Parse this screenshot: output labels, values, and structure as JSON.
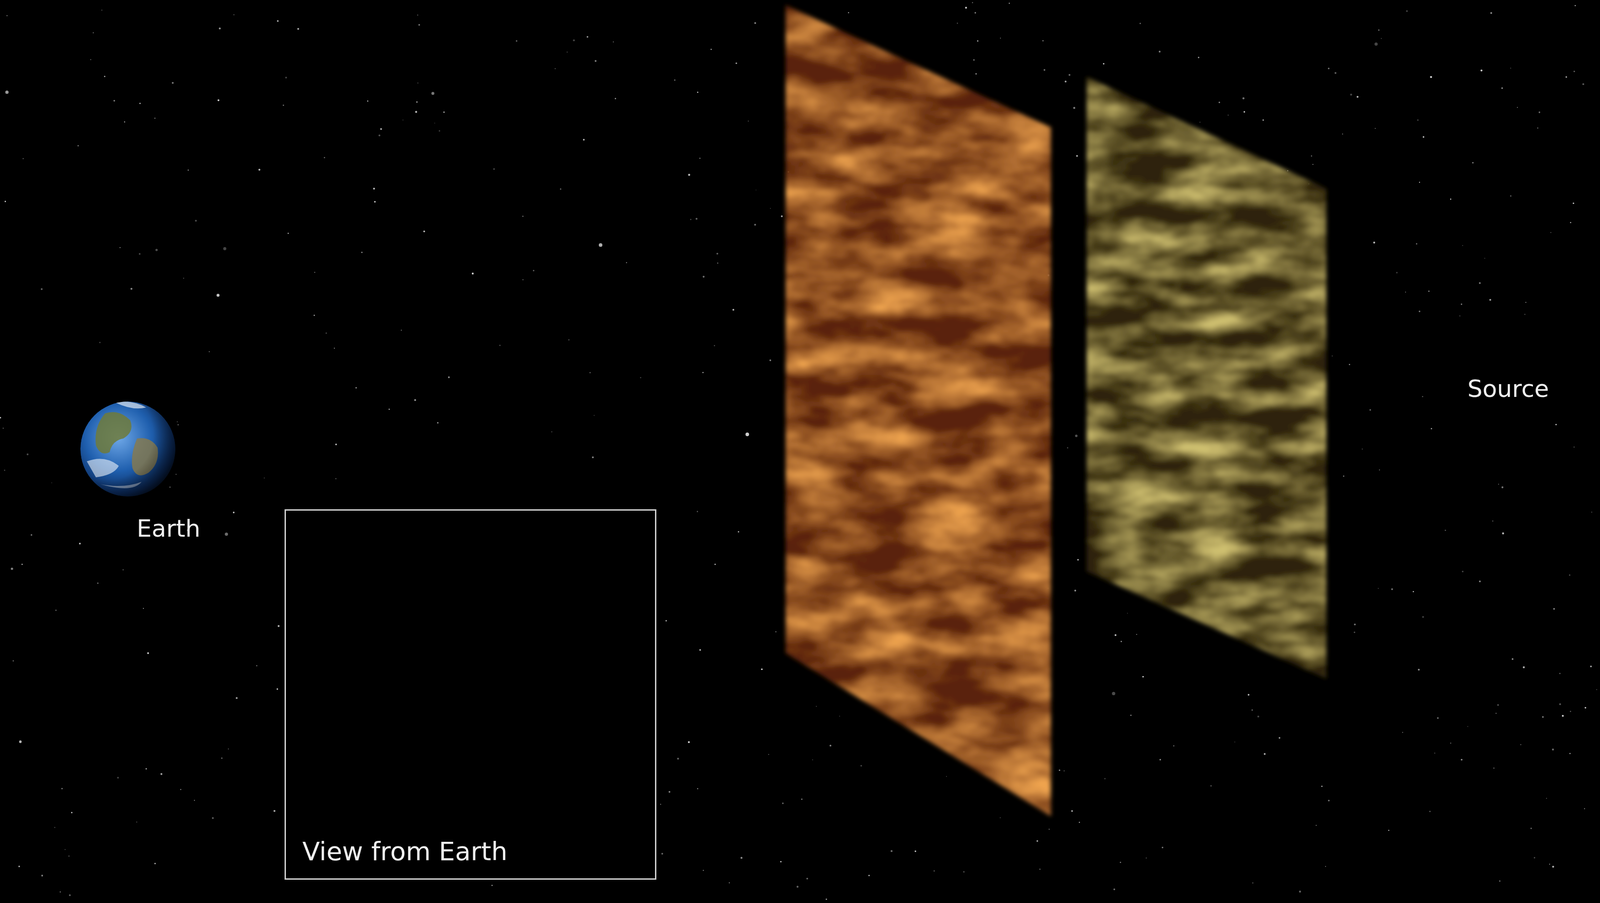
{
  "diagram": {
    "nodes": [
      {
        "text": [
          "View from Earth"
        ]
      }
    ],
    "labels": [
      "Earth",
      "Source"
    ]
  }
}
